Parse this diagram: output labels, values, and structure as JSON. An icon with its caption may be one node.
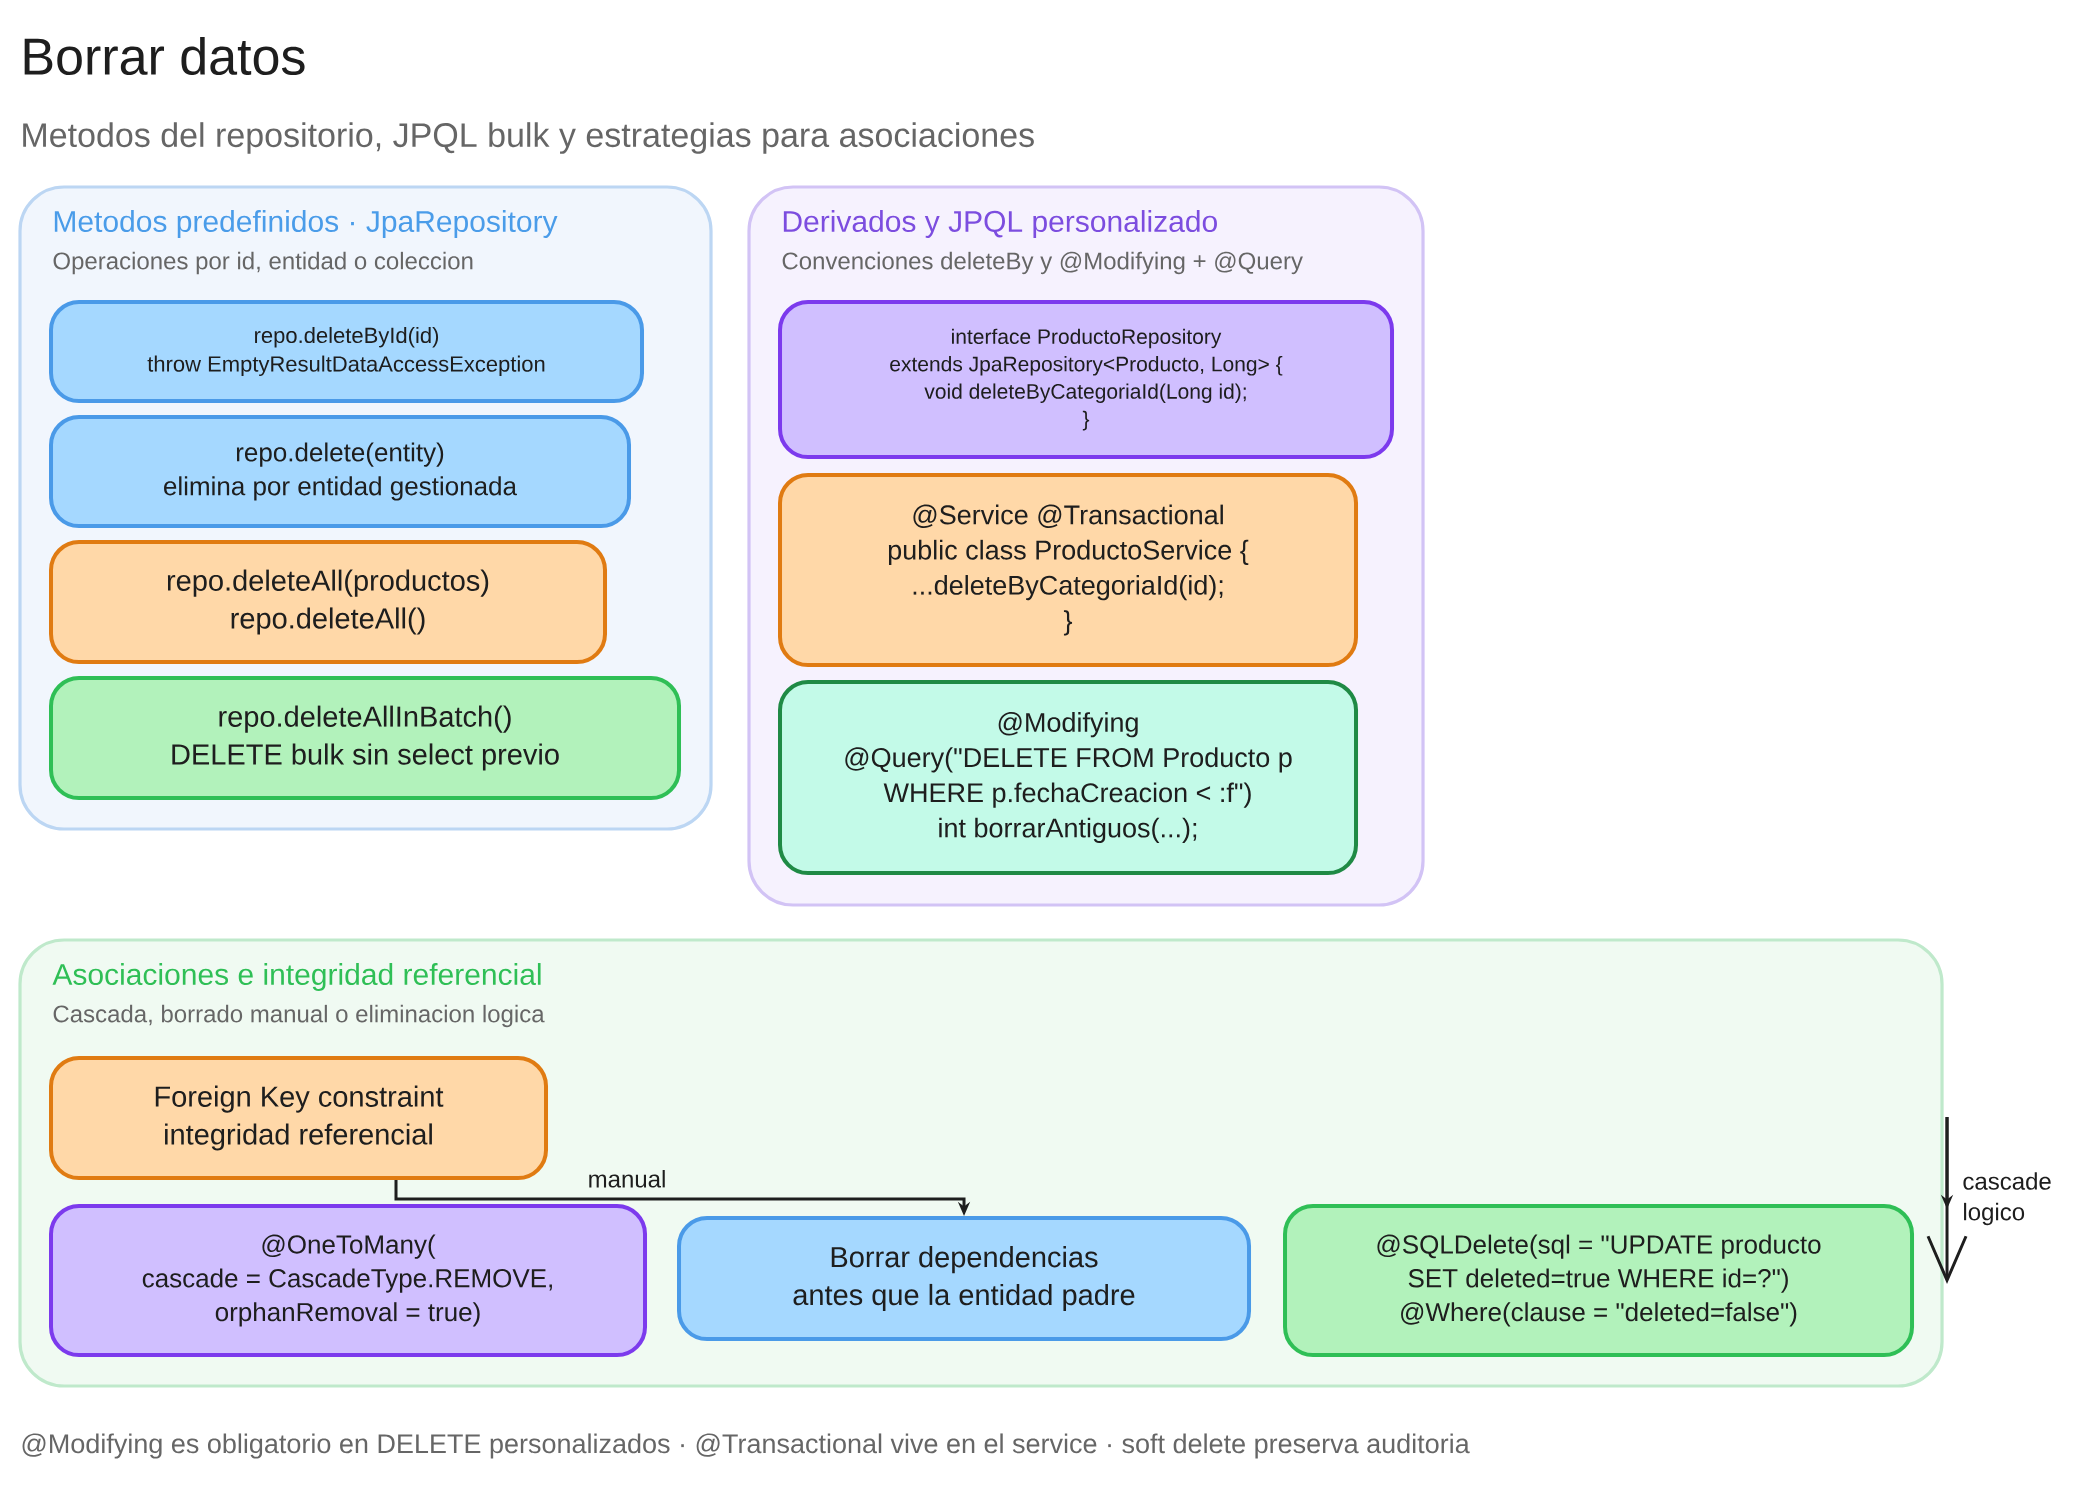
{
  "diagram": {
    "title": "Borrar datos",
    "caption": "@Modifying es obligatorio en DELETE personalizados · @Transactional vive en el service · soft delete preserva auditoria",
    "labels": [
      "Metodos del repositorio, JPQL bulk y estrategias para asociaciones",
      "cascade",
      "logico"
    ],
    "nodes": [
      {
        "text": [
          "Metodos predefinidos · JpaRepository",
          "Operaciones por id, entidad o coleccion"
        ]
      },
      {
        "text": [
          "repo.deleteById(id)",
          "throw EmptyResultDataAccessException"
        ],
        "in": 0
      },
      {
        "text": [
          "repo.delete(entity)",
          "elimina por entidad gestionada"
        ],
        "in": 0
      },
      {
        "text": [
          "repo.deleteAll(productos)",
          "repo.deleteAll()"
        ],
        "in": 0
      },
      {
        "text": [
          "repo.deleteAllInBatch()",
          "DELETE bulk sin select previo"
        ],
        "in": 0
      },
      {
        "text": [
          "Derivados y JPQL personalizado",
          "Convenciones deleteBy y @Modifying + @Query"
        ]
      },
      {
        "text": [
          "interface ProductoRepository",
          "extends JpaRepository<Producto, Long> {",
          "void deleteByCategoriaId(Long id);",
          "}"
        ],
        "in": 5
      },
      {
        "text": [
          "@Service @Transactional",
          "public class ProductoService {",
          "...deleteByCategoriaId(id);",
          "}"
        ],
        "in": 5
      },
      {
        "text": [
          "@Modifying",
          "@Query(\"DELETE FROM Producto p",
          "WHERE p.fechaCreacion < :f\")",
          "int borrarAntiguos(...);"
        ],
        "in": 5
      },
      {
        "text": [
          "Asociaciones e integridad referencial",
          "Cascada, borrado manual o eliminacion logica"
        ]
      },
      {
        "text": [
          "Foreign Key constraint",
          "integridad referencial"
        ],
        "in": 9
      },
      {
        "text": [
          "@OneToMany(",
          "cascade = CascadeType.REMOVE,",
          "orphanRemoval = true)"
        ],
        "in": 9
      },
      {
        "text": [
          "Borrar dependencias",
          "antes que la entidad padre"
        ],
        "in": 9
      },
      {
        "text": [
          "@SQLDelete(sql = \"UPDATE producto",
          "SET deleted=true WHERE id=?\")",
          "@Where(clause = \"deleted=false\")"
        ],
        "in": 9
      }
    ],
    "edges": [
      {
        "from": 10,
        "to": 12,
        "arrow": "to",
        "label": "manual"
      }
    ]
  }
}
